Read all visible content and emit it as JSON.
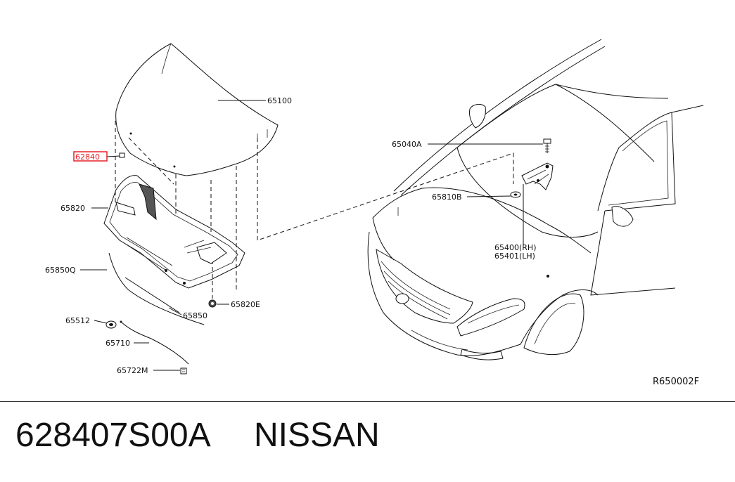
{
  "diagram": {
    "highlight_color": "#e8202a",
    "labels": {
      "hood": "65100",
      "highlighted": "62840",
      "hood_insulator": "65820",
      "seal_q": "65850Q",
      "seal": "65850",
      "clip_e": "65820E",
      "grommet": "65512",
      "release_cable": "65710",
      "cable_clip": "65722M",
      "bolt": "65040A",
      "washer": "65810B",
      "hinge_rh": "65400(RH)",
      "hinge_lh": "65401(LH)",
      "ref_code": "R650002F"
    }
  },
  "footer": {
    "part_number": "628407S00A",
    "brand": "NISSAN"
  }
}
